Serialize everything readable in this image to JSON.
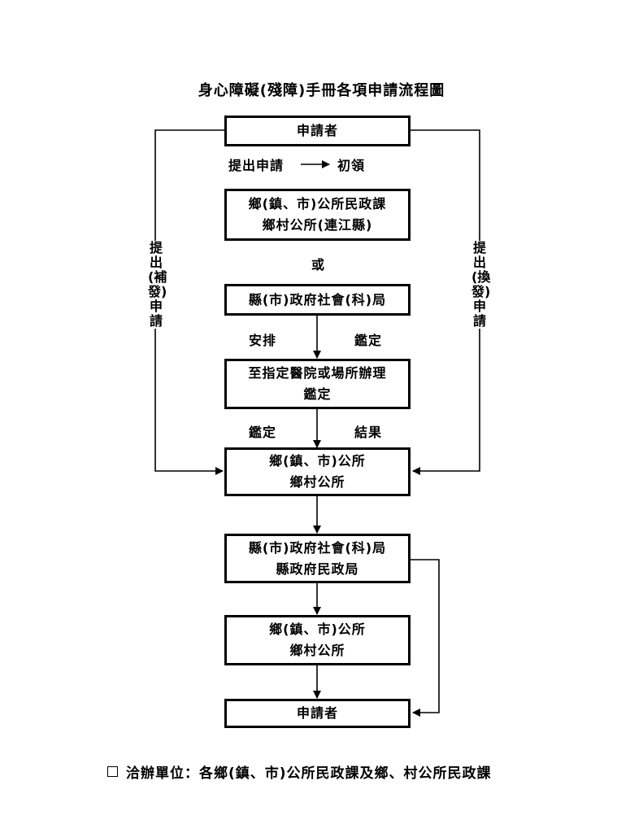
{
  "title": "身心障礙(殘障)手冊各項申請流程圖",
  "boxes": {
    "applicant_top": {
      "line1": "申請者"
    },
    "township_civil_affairs": {
      "line1": "鄉(鎮、市)公所民政課",
      "line2": "鄉村公所(連江縣)"
    },
    "county_social_bureau_1": {
      "line1": "縣(市)政府社會(科)局"
    },
    "designated_hospital": {
      "line1": "至指定醫院或場所辦理",
      "line2": "鑑定"
    },
    "township_office_1": {
      "line1": "鄉(鎮、市)公所",
      "line2": "鄉村公所"
    },
    "county_social_bureau_2": {
      "line1": "縣(市)政府社會(科)局",
      "line2": "縣政府民政局"
    },
    "township_office_2": {
      "line1": "鄉(鎮、市)公所",
      "line2": "鄉村公所"
    },
    "applicant_bottom": {
      "line1": "申請者"
    }
  },
  "labels": {
    "submit_application": "提出申請",
    "first_issue": "初領",
    "or": "或",
    "arrange": "安排",
    "assessment": "鑑定",
    "assessment_result_left": "鑑定",
    "assessment_result_right": "結果"
  },
  "side_labels": {
    "left": "提出(補發)申請",
    "right": "提出(換發)申請"
  },
  "footer": {
    "text": "洽辦單位：各鄉(鎮、市)公所民政課及鄉、村公所民政課"
  }
}
